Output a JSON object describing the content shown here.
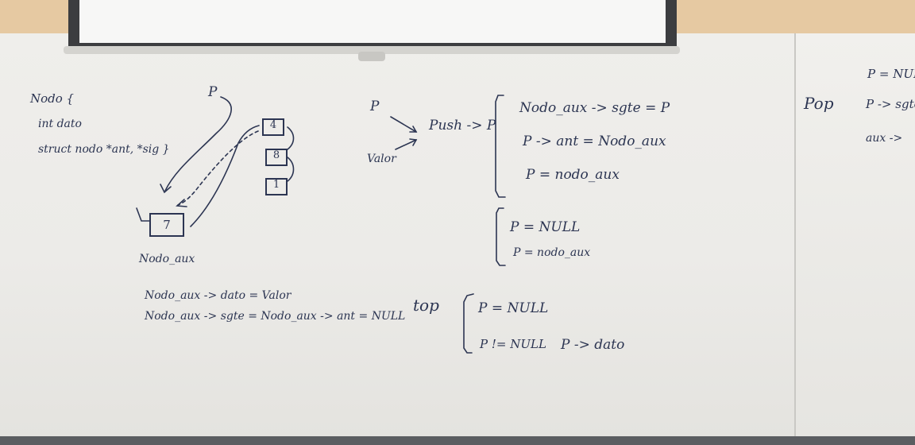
{
  "board": {
    "left_notes": {
      "struct_open": "Nodo {",
      "field_int": "int dato",
      "field_ptrs": "struct nodo *ant, *sig }",
      "pointer_p": "P",
      "node_label": "Nodo_aux",
      "assign_1": "Nodo_aux -> dato = Valor",
      "assign_2": "Nodo_aux -> sgte = Nodo_aux -> ant = NULL"
    },
    "stack_values": [
      "4",
      "8",
      "1"
    ],
    "aux_value": "7",
    "push_section": {
      "input_p": "P",
      "input_valor": "Valor",
      "push_label": "Push -> P",
      "line_1": "Nodo_aux -> sgte = P",
      "line_2": "P -> ant = Nodo_aux",
      "line_3": "P = nodo_aux",
      "alt_line_1": "P = NULL",
      "alt_line_2": "P = nodo_aux"
    },
    "top_section": {
      "label": "top",
      "line_1": "P = NULL",
      "line_2": "P != NULL",
      "line_3": "P -> dato"
    },
    "right_section": {
      "label": "Pop",
      "line_1": "P = NULL",
      "line_2": "P -> sgte =",
      "line_3": "aux ->"
    }
  },
  "colors": {
    "ink": "#2c3552",
    "board": "#ecebe8",
    "wall": "#e6c9a2",
    "frame": "#3c3d40"
  }
}
